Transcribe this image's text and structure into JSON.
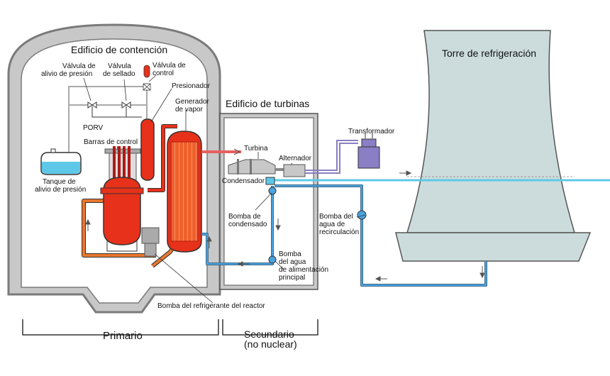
{
  "labels": {
    "containment_building": "Edificio de contención",
    "turbine_building": "Edificio de turbinas",
    "cooling_tower": "Torre de refrigeración",
    "relief_valve": [
      "Válvula de",
      "alivio de presión"
    ],
    "seal_valve": [
      "Válvula",
      "de sellado"
    ],
    "control_valve": [
      "Válvula de",
      "control"
    ],
    "pressurizer": "Presionador",
    "steam_generator": [
      "Generador",
      "de vapor"
    ],
    "porv": "PORV",
    "control_rods": "Barras de control",
    "relief_tank": [
      "Tanque de",
      "alivio de presión"
    ],
    "turbine": "Turbina",
    "alternator": "Alternador",
    "transformer": "Transformador",
    "condenser": "Condensador",
    "condensate_pump": [
      "Bomba de",
      "condensado"
    ],
    "feedwater_pump": [
      "Bomba",
      "del agua",
      "de alimentación",
      "principal"
    ],
    "recirculation_pump": [
      "Bomba del",
      "agua de",
      "recirculación"
    ],
    "reactor_coolant_pump": "Bomba del refrigerante del reactor",
    "primary": "Primario",
    "secondary": [
      "Secundario",
      "(no nuclear)"
    ]
  },
  "colors": {
    "containment_wall": "#7a7a7a",
    "containment_fill": "#c8c8c8",
    "primary_hot": "#e8311a",
    "primary_pipe": "#e8772e",
    "secondary_pipe": "#4aa3df",
    "tower": "#ccdcdc",
    "water": "#5ec8e8",
    "transformer": "#8a7ec4"
  }
}
